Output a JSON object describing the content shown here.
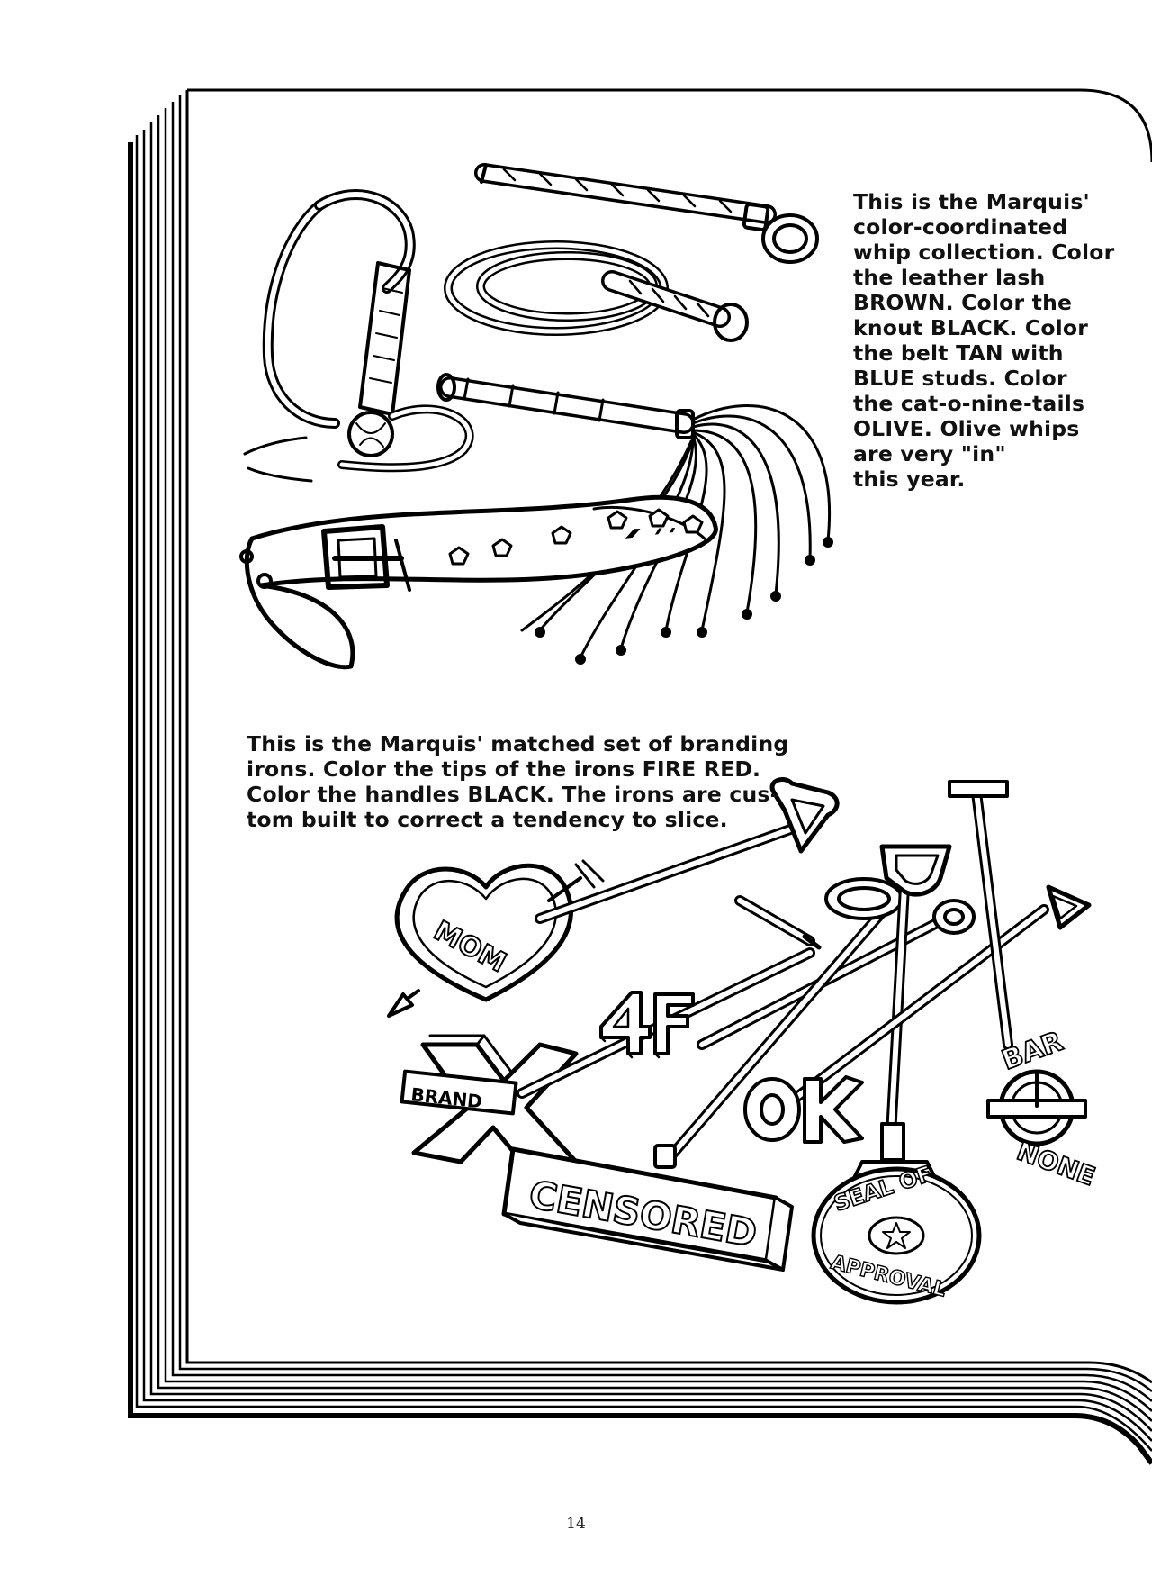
{
  "whips": {
    "caption_lines": [
      "This is the Marquis'",
      "color-coordinated",
      "whip collection. Color",
      "the leather lash",
      "BROWN. Color the",
      "knout BLACK. Color",
      "the belt TAN with",
      "BLUE studs. Color",
      "the cat-o-nine-tails",
      "OLIVE. Olive whips",
      "are very \"in\"",
      "this year."
    ]
  },
  "irons": {
    "caption_lines": [
      "This is the Marquis' matched set of branding",
      "irons. Color the tips of the irons FIRE RED.",
      "Color the handles BLACK. The irons are cus-",
      "tom built to correct a tendency to slice."
    ],
    "brands": {
      "mom": "MOM",
      "x_brand": "BRAND",
      "four_f": "4F",
      "ok": "OK",
      "censored": "CENSORED",
      "seal_top": "SEAL OF",
      "seal_bottom": "APPROVAL",
      "bar_top": "BAR",
      "bar_bottom": "NONE"
    }
  },
  "page_number": "14"
}
